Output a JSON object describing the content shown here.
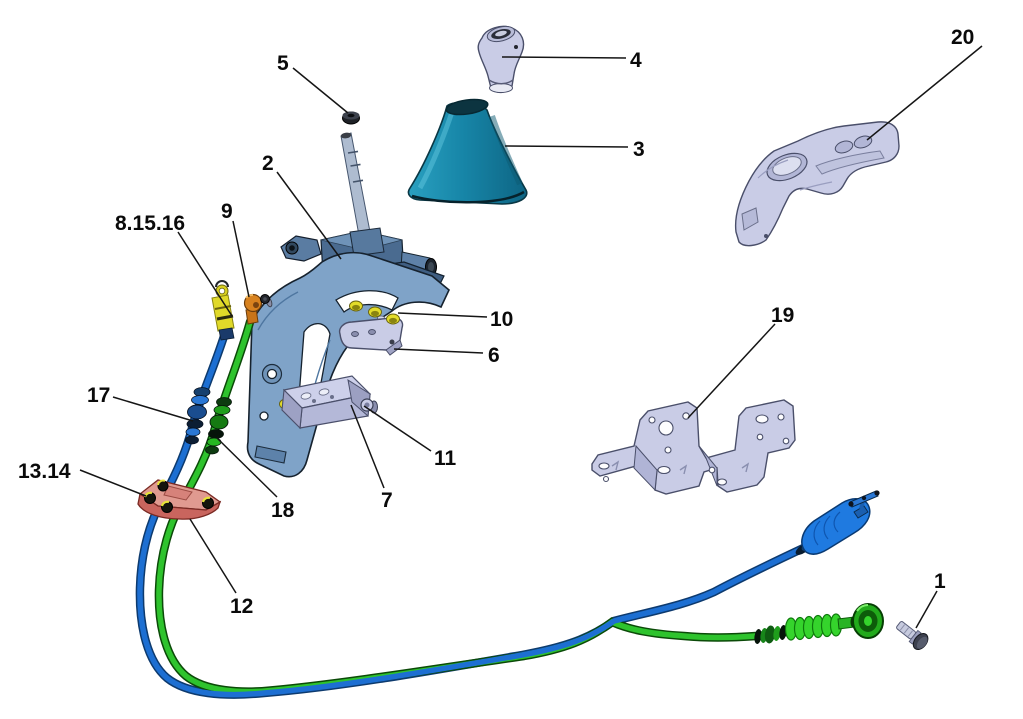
{
  "figure": {
    "kind": "exploded-parts-diagram",
    "subject": "gear-shift-lever-and-cables"
  },
  "callouts": {
    "c1": {
      "label": "1"
    },
    "c2": {
      "label": "2"
    },
    "c3": {
      "label": "3"
    },
    "c4": {
      "label": "4"
    },
    "c5": {
      "label": "5"
    },
    "c6": {
      "label": "6"
    },
    "c7": {
      "label": "7"
    },
    "c8_15_16": {
      "label": "8.15.16"
    },
    "c9": {
      "label": "9"
    },
    "c10": {
      "label": "10"
    },
    "c11": {
      "label": "11"
    },
    "c12": {
      "label": "12"
    },
    "c13_14": {
      "label": "13.14"
    },
    "c17": {
      "label": "17"
    },
    "c18": {
      "label": "18"
    },
    "c19": {
      "label": "19"
    },
    "c20": {
      "label": "20"
    }
  },
  "colors": {
    "background": "#ffffff",
    "label_ink": "#0a0a0a",
    "leader_ink": "#151515",
    "cable_blue": "#1d6fd2",
    "cable_blue_edge": "#0d3a6e",
    "cable_green": "#2ec32d",
    "cable_green_edge": "#0b4a08",
    "part_lavender": "#c9cce6",
    "part_lavender_shade": "#b0b4d4",
    "part_outline": "#4a4f6a",
    "bracket_steel": "#7fa3c8",
    "mechanism_steel": "#4a6b90",
    "boot_teal": "#1786a8",
    "nut_yellow": "#e3dc2a",
    "fitting_orange": "#d8821f",
    "clamp_salmon": "#d6827a"
  }
}
